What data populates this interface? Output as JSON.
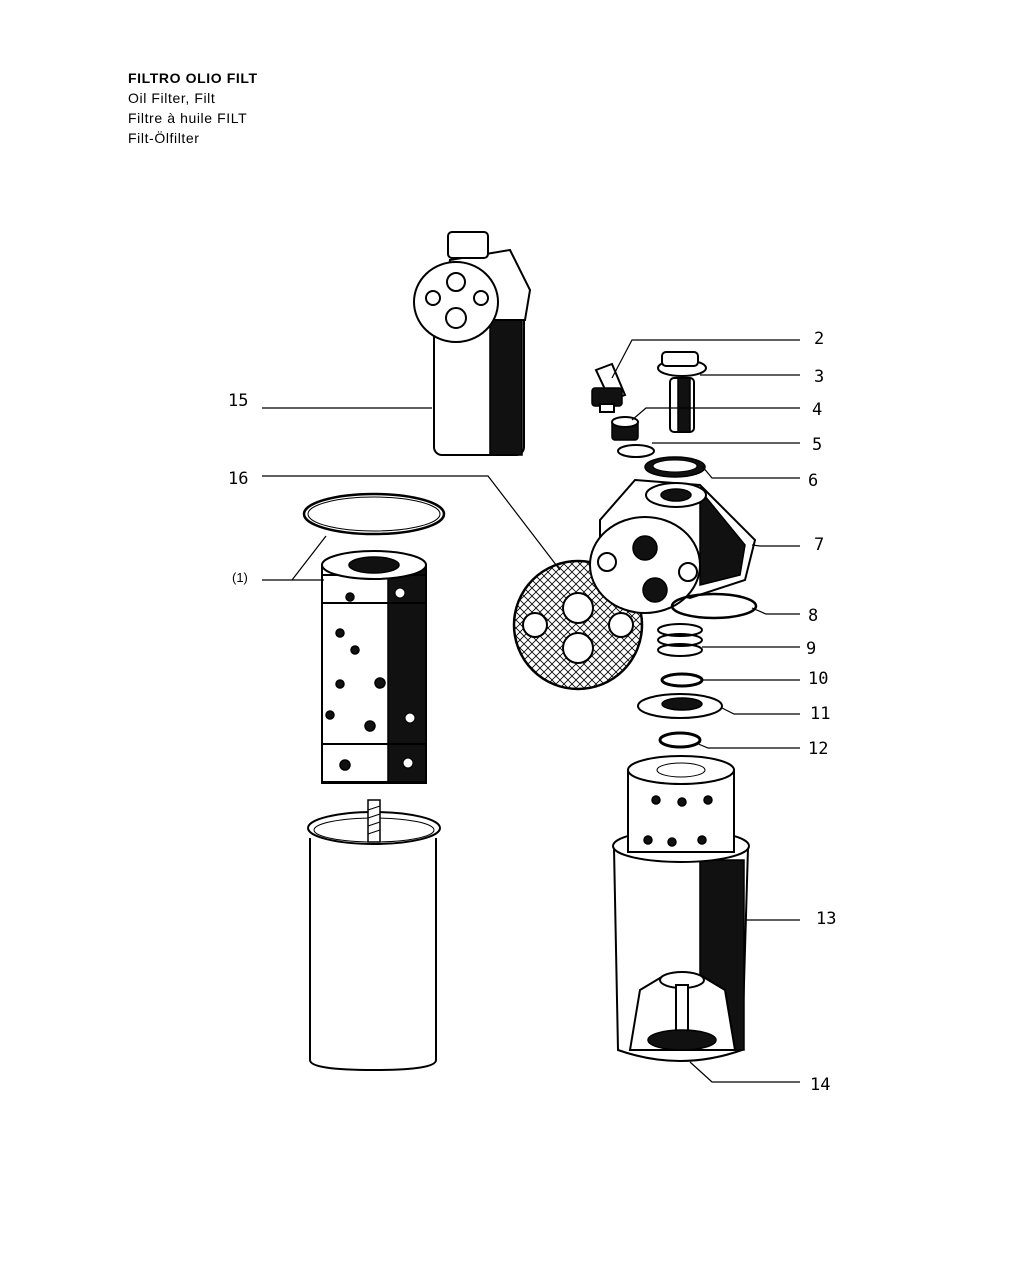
{
  "header": {
    "title_it": "FILTRO OLIO FILT",
    "title_en": "Oil Filter, Filt",
    "title_fr": "Filtre à huile FILT",
    "title_de": "Filt-Ölfilter"
  },
  "callouts": {
    "c2": "2",
    "c3": "3",
    "c4": "4",
    "c5": "5",
    "c6": "6",
    "c7": "7",
    "c8": "8",
    "c9": "9",
    "c10": "10",
    "c11": "11",
    "c12": "12",
    "c13": "13",
    "c14": "14",
    "c15": "15",
    "c16": "16",
    "c1": "(1)"
  }
}
